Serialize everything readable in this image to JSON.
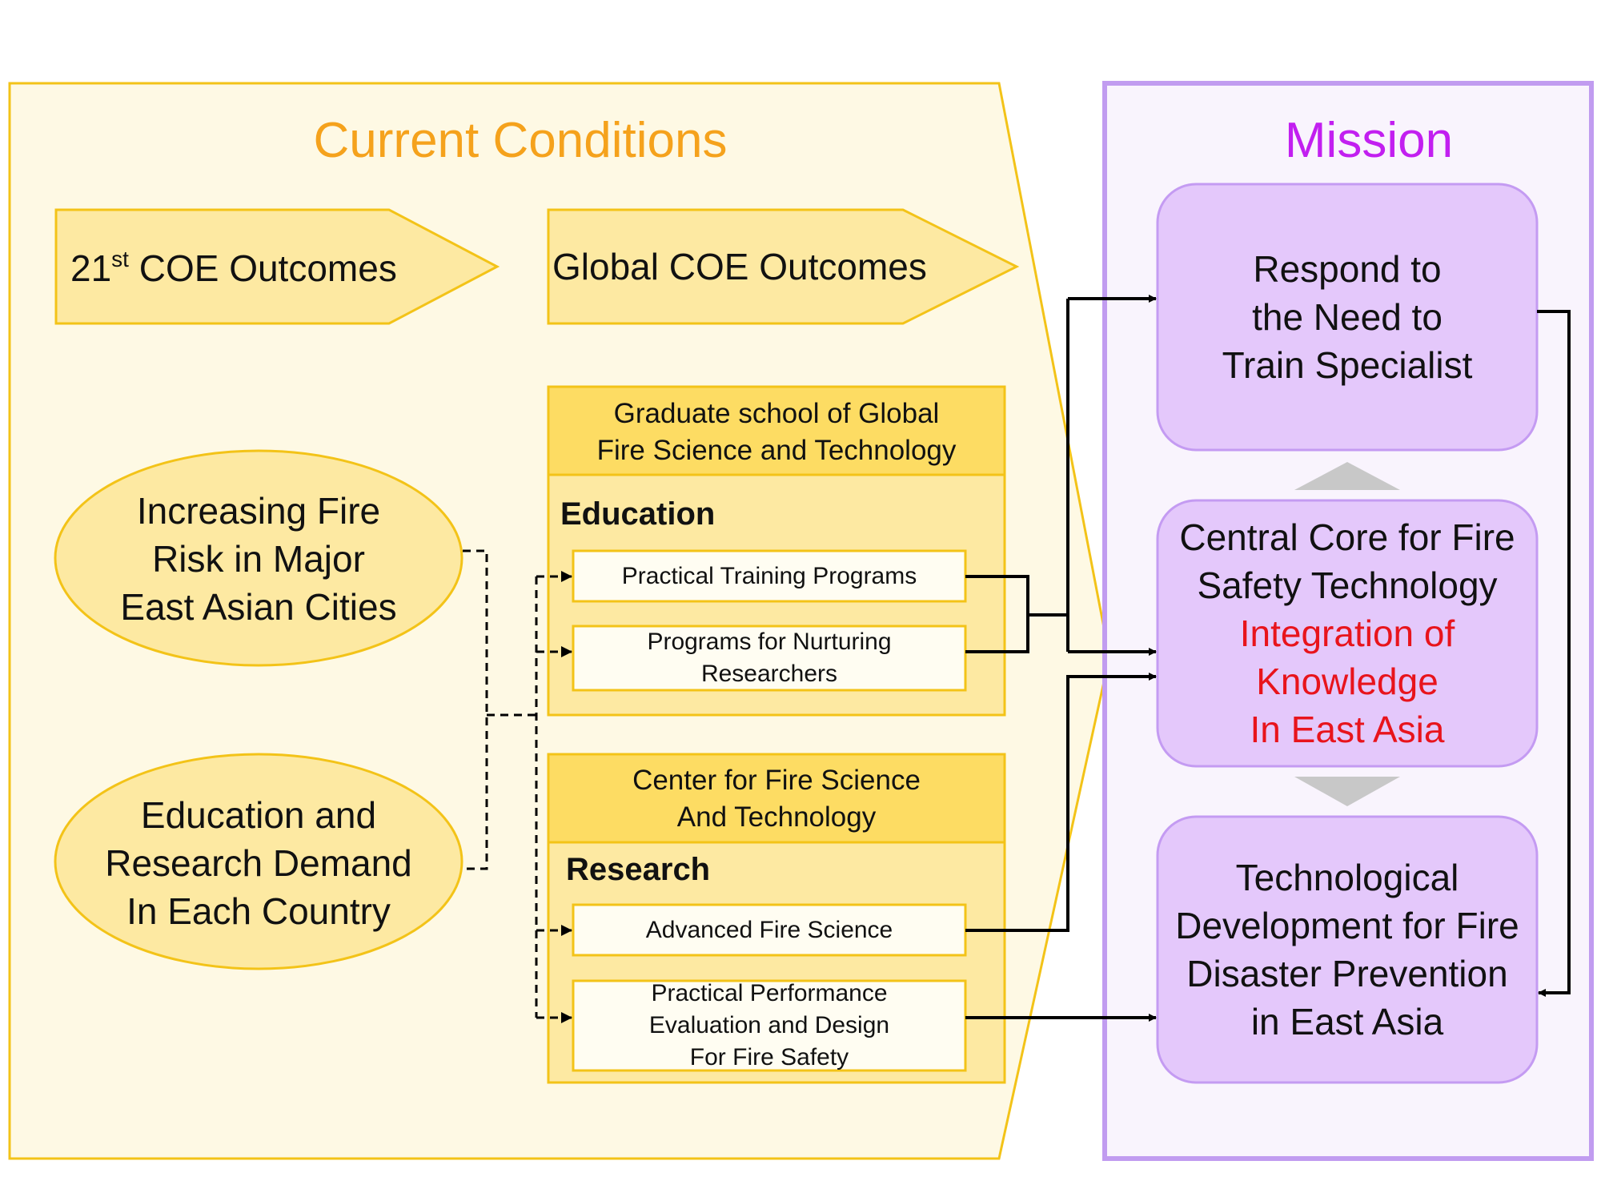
{
  "current_conditions": {
    "title": "Current Conditions",
    "outcome_21st": {
      "prefix": "21",
      "superscript": "st",
      "suffix": " COE Outcomes"
    },
    "outcome_global": "Global COE Outcomes",
    "drivers": [
      {
        "lines": [
          "Increasing Fire",
          "Risk in Major",
          "East Asian Cities"
        ]
      },
      {
        "lines": [
          "Education and",
          "Research Demand",
          "In Each Country"
        ]
      }
    ],
    "graduate_school": {
      "header_lines": [
        "Graduate school of Global",
        "Fire Science and Technology"
      ],
      "section": "Education",
      "programs": [
        {
          "lines": [
            "Practical Training Programs"
          ]
        },
        {
          "lines": [
            "Programs for Nurturing",
            "Researchers"
          ]
        }
      ]
    },
    "center": {
      "header_lines": [
        "Center for Fire Science",
        "And Technology"
      ],
      "section": "Research",
      "programs": [
        {
          "lines": [
            "Advanced Fire Science"
          ]
        },
        {
          "lines": [
            "Practical Performance",
            "Evaluation and Design",
            "For Fire Safety"
          ]
        }
      ]
    }
  },
  "mission": {
    "title": "Mission",
    "boxes": [
      {
        "lines": [
          "Respond to",
          "the Need to",
          "Train Specialist"
        ]
      },
      {
        "lines": [
          "Central Core for Fire",
          "Safety Technology"
        ],
        "highlight_lines": [
          "Integration of",
          "Knowledge",
          "In East Asia"
        ]
      },
      {
        "lines": [
          "Technological",
          "Development for Fire",
          "Disaster Prevention",
          "in East Asia"
        ]
      }
    ]
  },
  "colors": {
    "panel_fill": "#fef9e4",
    "panel_border": "#f3c318",
    "light_yellow": "#fde9a2",
    "header_yellow": "#fddc63",
    "mission_panel_fill": "#f9f4fd",
    "mission_border": "#c19cf0",
    "mission_box_fill": "#e4c8fb",
    "mission_box_border": "#c49bf2",
    "title_orange": "#f5a21c",
    "title_purple": "#c21ff0",
    "highlight_red": "#e8141c",
    "triangle_gray": "#c8c8c8"
  }
}
